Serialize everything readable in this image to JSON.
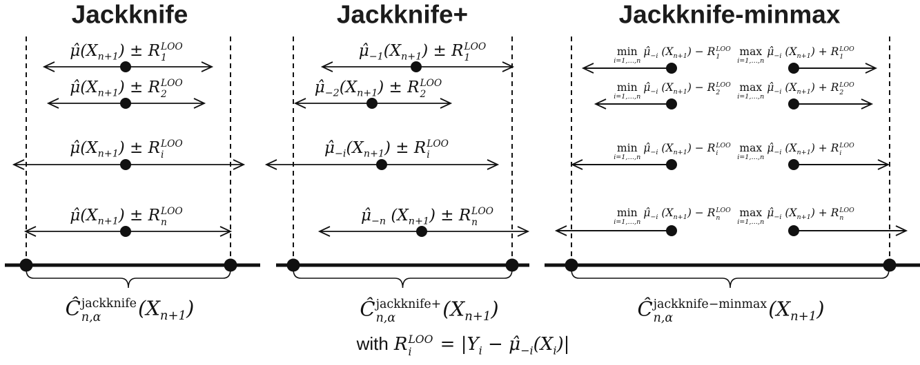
{
  "figure": {
    "ink": "#111111",
    "background": "#ffffff"
  },
  "panels": [
    {
      "title": "Jackknife",
      "rows": [
        {
          "mu": "μ̂",
          "mu_sub": "",
          "x": "(X",
          "x_sub": "n+1",
          "mid": ") ± R",
          "r_sup": "LOO",
          "r_sub": "1"
        },
        {
          "mu": "μ̂",
          "mu_sub": "",
          "x": "(X",
          "x_sub": "n+1",
          "mid": ") ± R",
          "r_sup": "LOO",
          "r_sub": "2"
        },
        {
          "mu": "μ̂",
          "mu_sub": "",
          "x": "(X",
          "x_sub": "n+1",
          "mid": ") ± R",
          "r_sup": "LOO",
          "r_sub": "i"
        },
        {
          "mu": "μ̂",
          "mu_sub": "",
          "x": "(X",
          "x_sub": "n+1",
          "mid": ") ± R",
          "r_sup": "LOO",
          "r_sub": "n"
        }
      ],
      "set_label": {
        "C": "Ĉ",
        "sub": "n,α",
        "sup": "jackknife",
        "arg": "(X",
        "arg_sub": "n+1",
        "close": ")"
      }
    },
    {
      "title": "Jackknife+",
      "rows": [
        {
          "mu": "μ̂",
          "mu_sub": "−1",
          "x": "(X",
          "x_sub": "n+1",
          "mid": ") ± R",
          "r_sup": "LOO",
          "r_sub": "1"
        },
        {
          "mu": "μ̂",
          "mu_sub": "−2",
          "x": "(X",
          "x_sub": "n+1",
          "mid": ") ± R",
          "r_sup": "LOO",
          "r_sub": "2"
        },
        {
          "mu": "μ̂",
          "mu_sub": "−i",
          "x": "(X",
          "x_sub": "n+1",
          "mid": ") ± R",
          "r_sup": "LOO",
          "r_sub": "i"
        },
        {
          "mu": "μ̂",
          "mu_sub": "−n",
          "x": " (X",
          "x_sub": "n+1",
          "mid": ") ± R",
          "r_sup": "LOO",
          "r_sub": "n"
        }
      ],
      "set_label": {
        "C": "Ĉ",
        "sub": "n,α",
        "sup": "jackknife+",
        "arg": "(X",
        "arg_sub": "n+1",
        "close": ")"
      }
    },
    {
      "title": "Jackknife-minmax",
      "rows": [
        {
          "min": {
            "op": "min",
            "under": "i=1,…,n",
            "mu": "μ̂",
            "mu_sub": "−i",
            "x": " (X",
            "x_sub": "n+1",
            "mid": ") − R",
            "r_sup": "LOO",
            "r_sub": "1"
          },
          "max": {
            "op": "max",
            "under": "i=1,…,n",
            "mu": "μ̂",
            "mu_sub": "−i",
            "x": " (X",
            "x_sub": "n+1",
            "mid": ") + R",
            "r_sup": "LOO",
            "r_sub": "1"
          }
        },
        {
          "min": {
            "op": "min",
            "under": "i=1,…,n",
            "mu": "μ̂",
            "mu_sub": "−i",
            "x": " (X",
            "x_sub": "n+1",
            "mid": ") − R",
            "r_sup": "LOO",
            "r_sub": "2"
          },
          "max": {
            "op": "max",
            "under": "i=1,…,n",
            "mu": "μ̂",
            "mu_sub": "−i",
            "x": " (X",
            "x_sub": "n+1",
            "mid": ") + R",
            "r_sup": "LOO",
            "r_sub": "2"
          }
        },
        {
          "min": {
            "op": "min",
            "under": "i=1,…,n",
            "mu": "μ̂",
            "mu_sub": "−i",
            "x": " (X",
            "x_sub": "n+1",
            "mid": ") − R",
            "r_sup": "LOO",
            "r_sub": "i"
          },
          "max": {
            "op": "max",
            "under": "i=1,…,n",
            "mu": "μ̂",
            "mu_sub": "−i",
            "x": " (X",
            "x_sub": "n+1",
            "mid": ") + R",
            "r_sup": "LOO",
            "r_sub": "i"
          }
        },
        {
          "min": {
            "op": "min",
            "under": "i=1,…,n",
            "mu": "μ̂",
            "mu_sub": "−i",
            "x": " (X",
            "x_sub": "n+1",
            "mid": ") − R",
            "r_sup": "LOO",
            "r_sub": "n"
          },
          "max": {
            "op": "max",
            "under": "i=1,…,n",
            "mu": "μ̂",
            "mu_sub": "−i",
            "x": " (X",
            "x_sub": "n+1",
            "mid": ") + R",
            "r_sup": "LOO",
            "r_sub": "n"
          }
        }
      ],
      "set_label": {
        "C": "Ĉ",
        "sub": "n,α",
        "sup": "jackknife−minmax",
        "arg": "(X",
        "arg_sub": "n+1",
        "close": ")"
      }
    }
  ],
  "footer": {
    "with": "with",
    "R": "R",
    "r_sup": "LOO",
    "r_sub": "i",
    "eq": " = |Y",
    "y_sub": "i",
    "mid": " − μ̂",
    "mu_sub": "−i",
    "x": "(X",
    "x_sub": "i",
    "end": ")|"
  }
}
